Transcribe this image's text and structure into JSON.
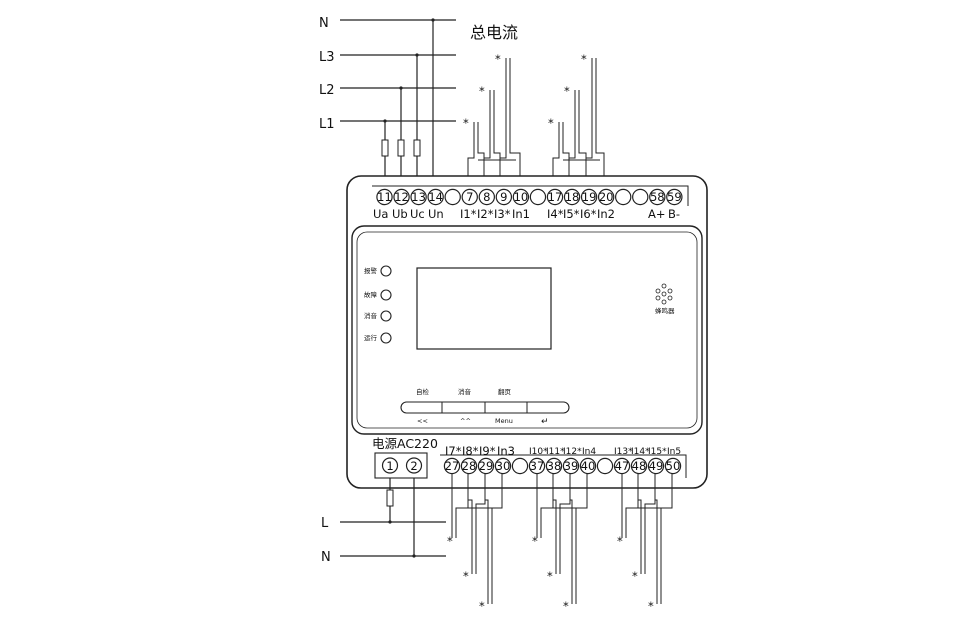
{
  "title": "总电流",
  "lines_top": {
    "N": "N",
    "L3": "L3",
    "L2": "L2",
    "L1": "L1"
  },
  "lines_bottom": {
    "L": "L",
    "N": "N"
  },
  "top_terminals": [
    "11",
    "12",
    "13",
    "14",
    "",
    "7",
    "8",
    "9",
    "10",
    "",
    "17",
    "18",
    "19",
    "20",
    "",
    "",
    "58",
    "59"
  ],
  "top_labels": {
    "voltage": [
      "Ua",
      "Ub",
      "Uc",
      "Un"
    ],
    "group1": [
      "I1*",
      "I2*",
      "I3*",
      "In1"
    ],
    "group2": [
      "I4*",
      "I5*",
      "I6*",
      "In2"
    ],
    "comm": [
      "A+",
      "B-"
    ]
  },
  "power_label": "电源AC220",
  "power_terminals": [
    "1",
    "2"
  ],
  "bottom_terminals": [
    "27",
    "28",
    "29",
    "30",
    "",
    "37",
    "38",
    "39",
    "40",
    "",
    "47",
    "48",
    "49",
    "50"
  ],
  "bottom_labels": {
    "group3": [
      "I7*",
      "I8*",
      "I9*",
      "In3"
    ],
    "group4": [
      "I10*",
      "I11*",
      "I12*",
      "In4"
    ],
    "group5": [
      "I13*",
      "I14*",
      "I15*",
      "In5"
    ]
  },
  "indicators": [
    "报警",
    "故障",
    "消音",
    "运行"
  ],
  "buzzer_label": "蜂鸣器",
  "buttons_top": [
    "自检",
    "消音",
    "翻页"
  ],
  "buttons_bottom": [
    "<<",
    "^^",
    "Menu",
    "↵"
  ],
  "ct_marker": "*"
}
